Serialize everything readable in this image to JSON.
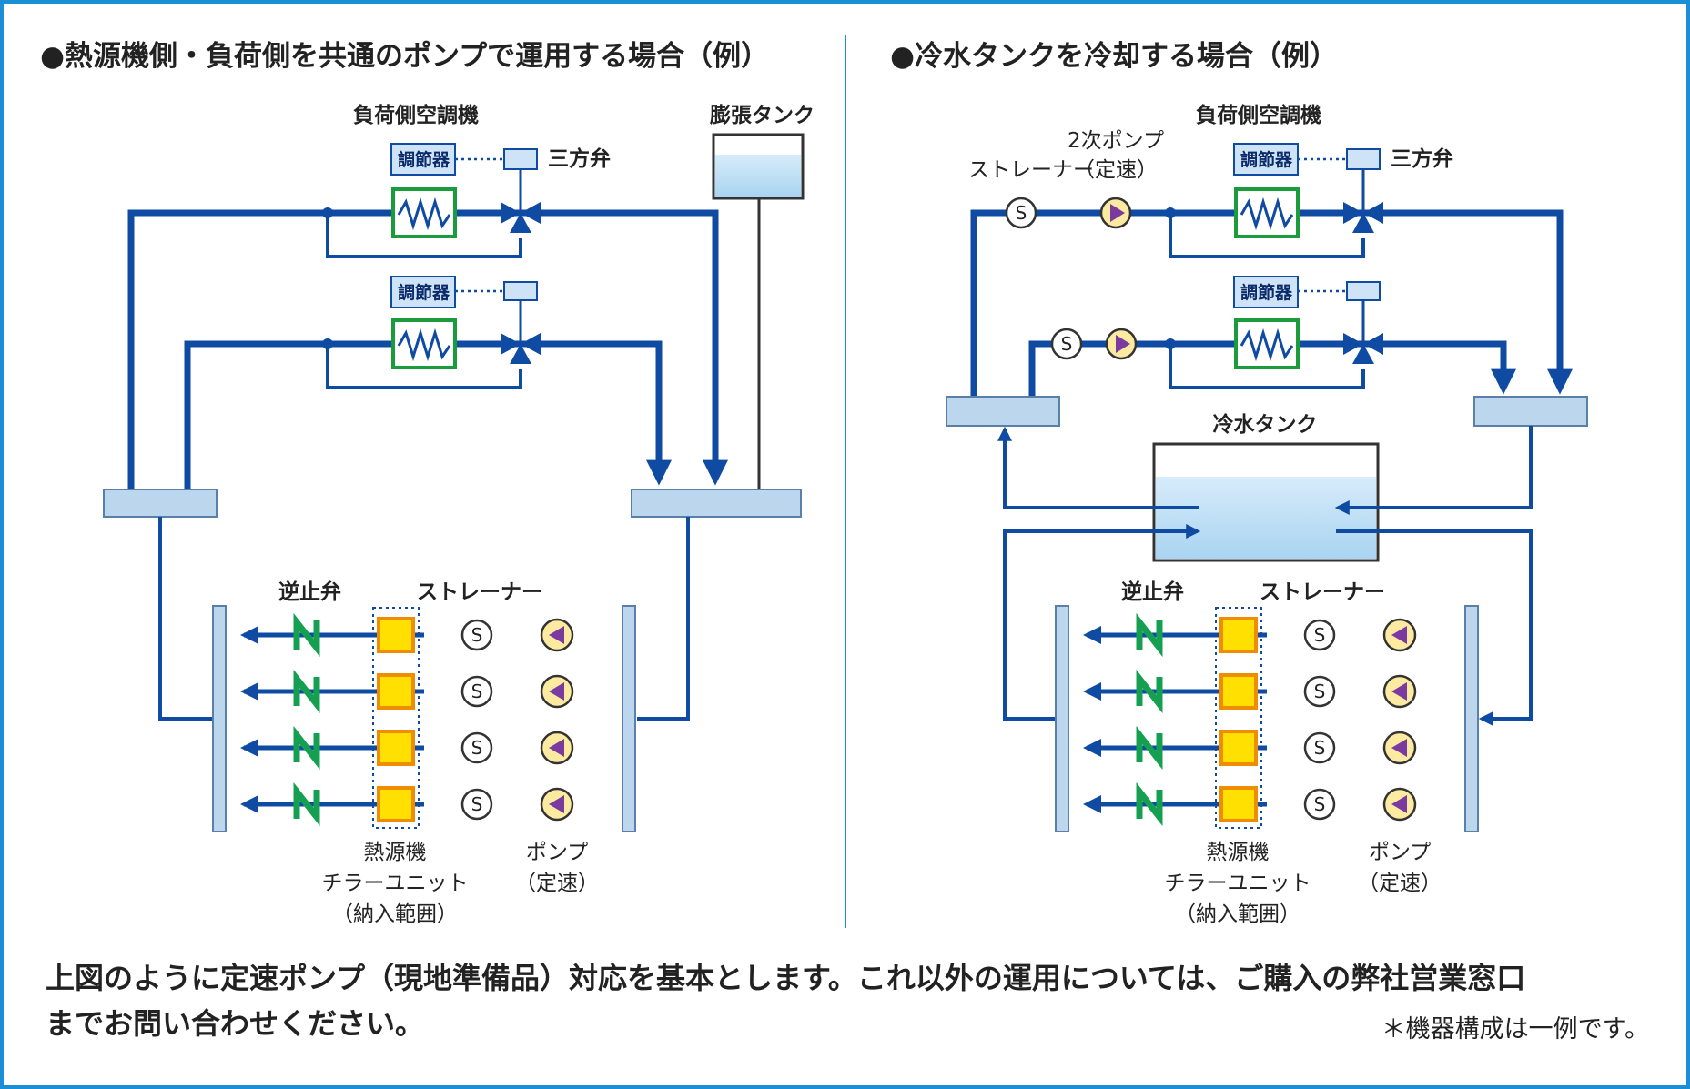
{
  "left": {
    "title": "●熱源機側・負荷側を共通のポンプで運用する場合（例）",
    "load_side_unit": "負荷側空調機",
    "controller": "調節器",
    "three_way_valve": "三方弁",
    "expansion_tank": "膨張タンク",
    "check_valve": "逆止弁",
    "strainer": "ストレーナー",
    "strainer_symbol": "S",
    "heat_source_line1": "熱源機",
    "heat_source_line2": "チラーユニット",
    "heat_source_line3": "（納入範囲）",
    "pump_line1": "ポンプ",
    "pump_line2": "（定速）"
  },
  "right": {
    "title": "●冷水タンクを冷却する場合（例）",
    "load_side_unit": "負荷側空調機",
    "controller": "調節器",
    "three_way_valve": "三方弁",
    "secondary_pump_line1": "2次ポンプ",
    "secondary_pump_line2": "（定速）",
    "top_strainer": "ストレーナー",
    "cold_water_tank": "冷水タンク",
    "check_valve": "逆止弁",
    "strainer": "ストレーナー",
    "strainer_symbol": "S",
    "heat_source_line1": "熱源機",
    "heat_source_line2": "チラーユニット",
    "heat_source_line3": "（納入範囲）",
    "pump_line1": "ポンプ",
    "pump_line2": "（定速）"
  },
  "footer": {
    "line1": "上図のように定速ポンプ（現地準備品）対応を基本とします。これ以外の運用については、ご購入の弊社営業窓口",
    "line2": "までお問い合わせください。",
    "note": "＊機器構成は一例です。"
  },
  "colors": {
    "frame": "#1b8fd6",
    "pipe": "#0f4aa3",
    "coil_border": "#1a9b3c",
    "check_valve": "#14a050",
    "chiller_fill": "#ffe000",
    "chiller_border": "#f08c00",
    "pump_fill": "#fbeaa0",
    "pump_triangle": "#7a3aa0",
    "water": "#bfe0f6"
  }
}
